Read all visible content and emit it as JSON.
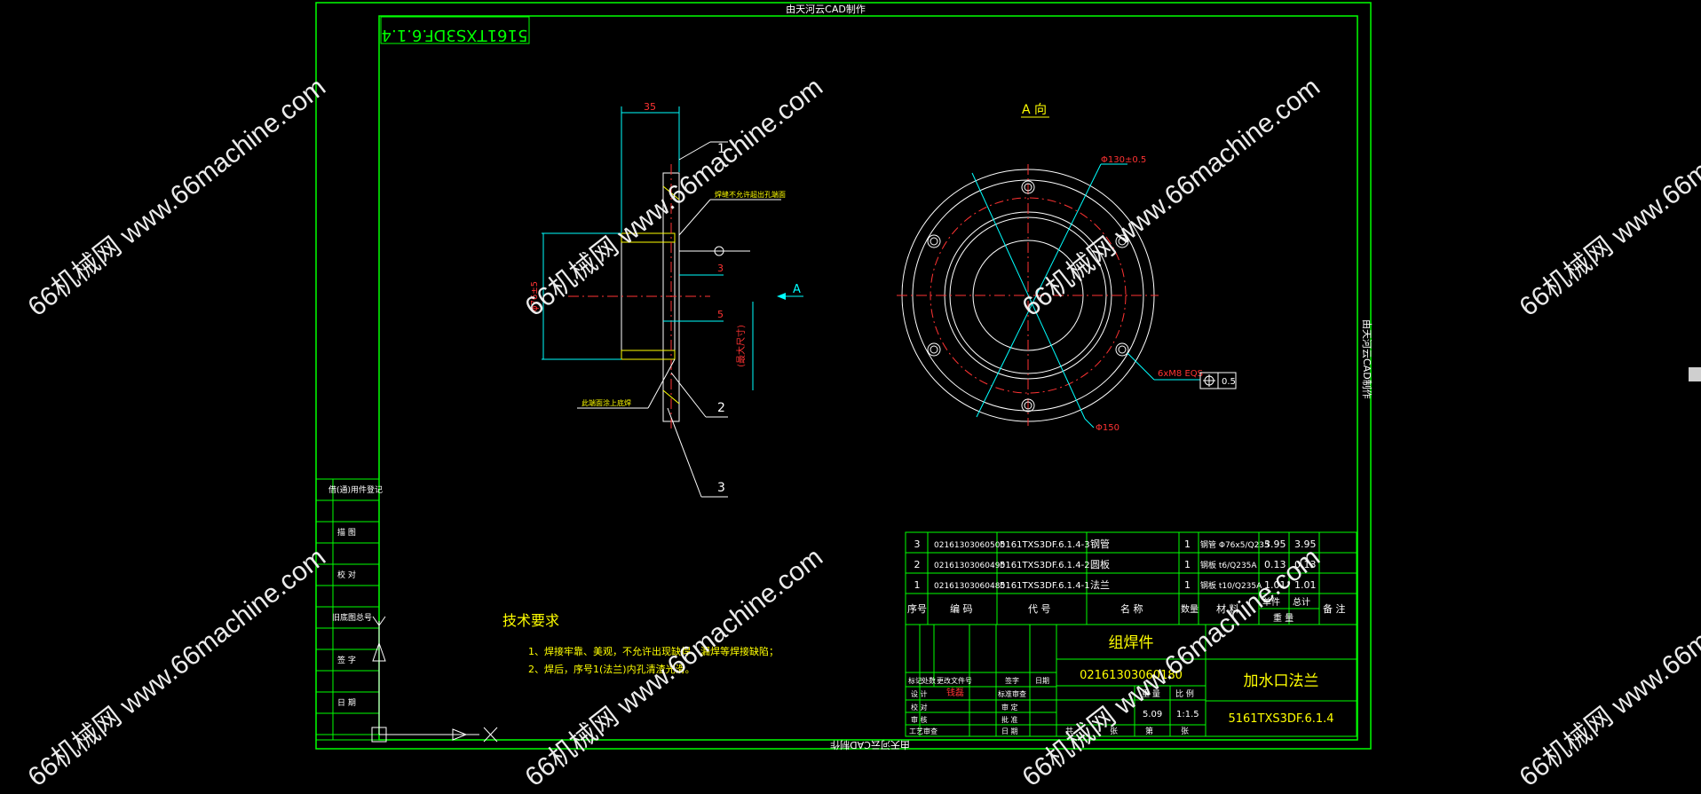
{
  "header": {
    "top_caption": "由天河云CAD制作",
    "bottom_caption": "由天河云CAD制作",
    "side_caption": "由天河云CAD制作"
  },
  "drawing_no_stamp": "5161TXS3DF.6.1.4",
  "left_strip": [
    "借(通)用件登记",
    "描 图",
    "校 对",
    "旧底图总号",
    "签 字",
    "日 期"
  ],
  "section_view": {
    "dim_35": "35",
    "dim_3_top": "3",
    "dim_5": "5",
    "dim_phi": "φ76±5",
    "label_A": "A",
    "callouts": [
      "1",
      "2",
      "3"
    ],
    "note_weld_top": "焊缝不允许超出孔端面",
    "note_weld_bottom": "此端面涂上底焊",
    "red_text": "(最大尺寸)"
  },
  "a_view": {
    "title": "A 向",
    "dim_pcd": "Φ130±0.5",
    "dim_od": "Φ150",
    "bolt_note": "6xM8 EQS",
    "tol_value": "0.5"
  },
  "tech_req": {
    "title": "技术要求",
    "lines": [
      "1、焊接牢靠、美观，不允许出现缺焊、漏焊等焊接缺陷；",
      "2、焊后，序号1(法兰)内孔清渣光滑。"
    ]
  },
  "bom": {
    "rows": [
      [
        "3",
        "0216130306050​0",
        "5161TXS3DF.6.1.4-3",
        "钢管",
        "1",
        "钢管 Φ76x5/Q235",
        "3.95",
        "3.95",
        ""
      ],
      [
        "2",
        "02161303060490",
        "5161TXS3DF.6.1.4-2",
        "圆板",
        "1",
        "钢板 t6/Q235A",
        "0.13",
        "0.13",
        ""
      ],
      [
        "1",
        "02161303060480",
        "5161TXS3DF.6.1.4-1",
        "法兰",
        "1",
        "钢板 t10/Q235A",
        "1.01",
        "1.01",
        ""
      ]
    ],
    "headers": [
      "序号",
      "编 码",
      "代 号",
      "名 称",
      "数量",
      "材 料",
      "单件",
      "总计",
      "备 注"
    ],
    "weight_label": "重 量"
  },
  "title_block": {
    "assembly": "组焊件",
    "code": "02161303060180",
    "name": "加水口法兰",
    "drawing_no": "5161TXS3DF.6.1.4",
    "weight": "5.09",
    "scale": "1:1.5",
    "labels": [
      "标记",
      "处数",
      "更改文件号",
      "签字",
      "日期",
      "设 计",
      "校 对",
      "审 核",
      "工艺审查",
      "标准审查",
      "审 定",
      "批 准",
      "日 期",
      "重 量",
      "比 例",
      "共",
      "张",
      "第",
      "张"
    ],
    "designer_sig": "钱磊"
  },
  "watermarks": [
    "66机械网 www.66machine.com",
    "66机械网 www.66machine.com",
    "66机械网 www.66machine.com",
    "66机械网 www.66machine.com",
    "66机械网 www.66machine.com",
    "66机械网 www.66machine.com",
    "66机械网 www.66machine.com",
    "66机械网 www.66machine.com"
  ],
  "colors": {
    "frame": "#00ff00",
    "dim": "#00ffff",
    "text": "#ffffff",
    "center": "#ff3333",
    "yellow": "#ffff00"
  }
}
